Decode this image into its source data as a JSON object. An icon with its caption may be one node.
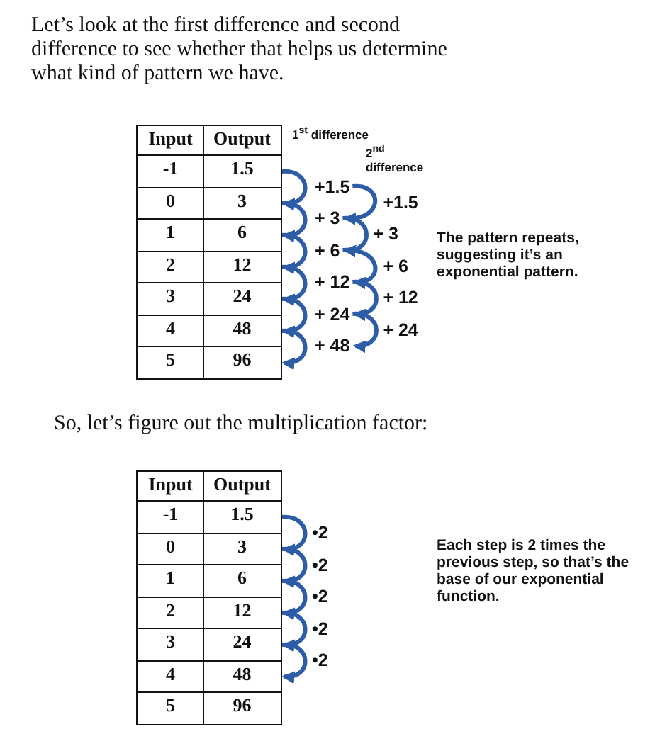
{
  "diagram": {
    "nodes": [
      {
        "text": [
          "1.5"
        ]
      },
      {
        "text": [
          "3"
        ]
      },
      {
        "text": [
          "6"
        ]
      },
      {
        "text": [
          "12"
        ]
      },
      {
        "text": [
          "24"
        ]
      },
      {
        "text": [
          "48"
        ]
      },
      {
        "text": [
          "96"
        ]
      },
      {
        "text": [
          "+1.5"
        ]
      },
      {
        "text": [
          "+ 3"
        ]
      },
      {
        "text": [
          "+ 6"
        ]
      },
      {
        "text": [
          "+ 12"
        ]
      },
      {
        "text": [
          "+ 24"
        ]
      },
      {
        "text": [
          "+ 48"
        ]
      },
      {
        "text": [
          "1.5"
        ]
      },
      {
        "text": [
          "3"
        ]
      },
      {
        "text": [
          "6"
        ]
      },
      {
        "text": [
          "12"
        ]
      },
      {
        "text": [
          "24"
        ]
      },
      {
        "text": [
          "48"
        ]
      },
      {
        "text": [
          "96"
        ]
      }
    ],
    "edges": [
      {
        "from": 0,
        "to": 1,
        "arrow": "to"
      },
      {
        "from": 1,
        "to": 2,
        "arrow": "to"
      },
      {
        "from": 2,
        "to": 3,
        "arrow": "to"
      },
      {
        "from": 3,
        "to": 4,
        "arrow": "to"
      },
      {
        "from": 4,
        "to": 5,
        "arrow": "to"
      },
      {
        "from": 5,
        "to": 6,
        "arrow": "to"
      },
      {
        "from": 7,
        "to": 8,
        "arrow": "to",
        "label": "+1.5"
      },
      {
        "from": 8,
        "to": 9,
        "arrow": "to",
        "label": "+ 3"
      },
      {
        "from": 9,
        "to": 10,
        "arrow": "to",
        "label": "+ 6"
      },
      {
        "from": 10,
        "to": 11,
        "arrow": "to",
        "label": "+ 12"
      },
      {
        "from": 11,
        "to": 12,
        "arrow": "to",
        "label": "+ 24"
      },
      {
        "from": 13,
        "to": 14,
        "arrow": "to",
        "label": "•2"
      },
      {
        "from": 14,
        "to": 15,
        "arrow": "to",
        "label": "•2"
      },
      {
        "from": 15,
        "to": 16,
        "arrow": "to",
        "label": "•2"
      },
      {
        "from": 16,
        "to": 17,
        "arrow": "to",
        "label": "•2"
      },
      {
        "from": 17,
        "to": 18,
        "arrow": "to",
        "label": "•2"
      }
    ],
    "labels": [
      "Let’s look at the first difference and second difference to see whether that helps us determine what kind of pattern we have.",
      "Input",
      "Output",
      "-1",
      "0",
      "1",
      "2",
      "3",
      "4",
      "5",
      "1$^{st}$ difference",
      "2$^{nd}$ difference",
      "The pattern repeats, suggesting it’s an exponential pattern.",
      "So, let’s figure out the multiplication factor:",
      "Input",
      "Output",
      "-1",
      "0",
      "1",
      "2",
      "3",
      "4",
      "5",
      "Each step is 2 times the previous step, so that’s the base of our exponential function."
    ]
  }
}
